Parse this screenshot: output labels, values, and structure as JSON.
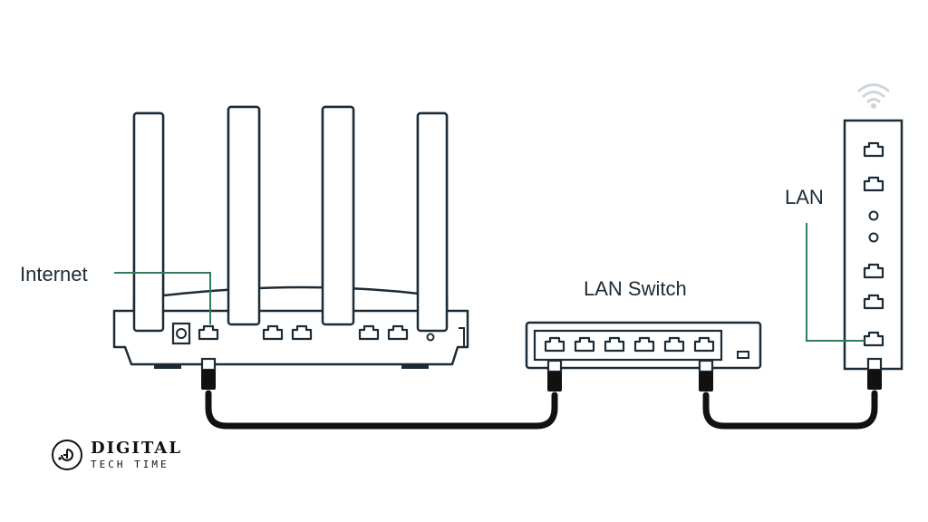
{
  "labels": {
    "internet": "Internet",
    "lan_switch": "LAN Switch",
    "lan": "LAN"
  },
  "logo": {
    "line1": "DIGITAL",
    "line2": "TECH TIME"
  },
  "colors": {
    "outline": "#1c2b36",
    "callout": "#2e7d5b",
    "cable": "#111111",
    "wifi": "#cfd4d8"
  },
  "icons": [
    "wifi-icon",
    "ethernet-port-icon",
    "power-jack-icon",
    "digital-tech-time-logo-icon"
  ]
}
